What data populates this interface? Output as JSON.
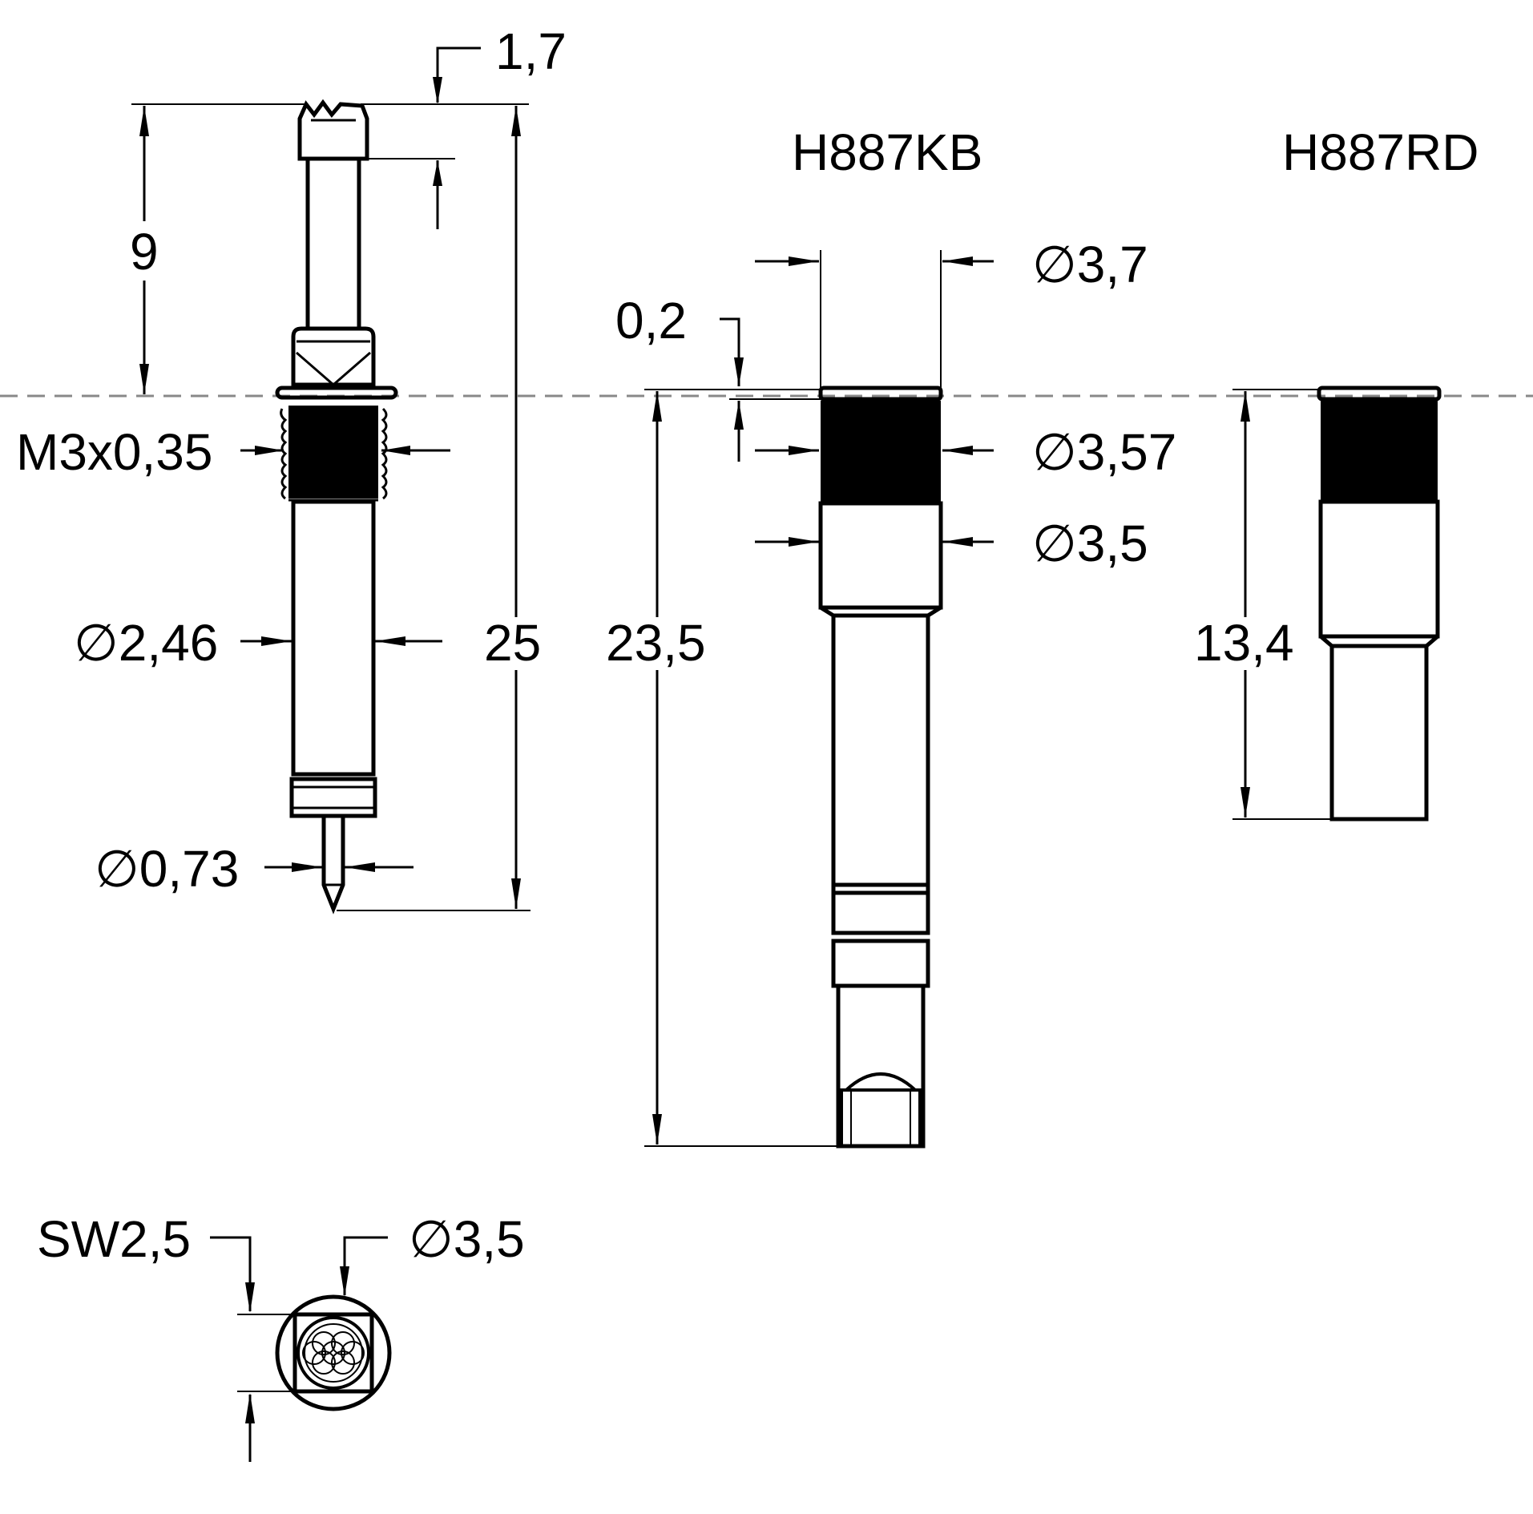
{
  "parts": {
    "kb_title": "H887KB",
    "rd_title": "H887RD"
  },
  "dimensions": {
    "tip_height": "1,7",
    "tip_length": "9",
    "thread": "M3x0,35",
    "body_dia": "2,46",
    "total_length": "25",
    "pin_dia": "0,73",
    "kb_collar_dia": "3,7",
    "kb_offset": "0,2",
    "kb_thread_dia": "3,57",
    "kb_body_dia": "3,5",
    "kb_length": "23,5",
    "rd_length": "13,4",
    "wrench_size": "SW2,5",
    "head_dia": "3,5"
  },
  "symbols": {
    "diameter": "∅"
  }
}
